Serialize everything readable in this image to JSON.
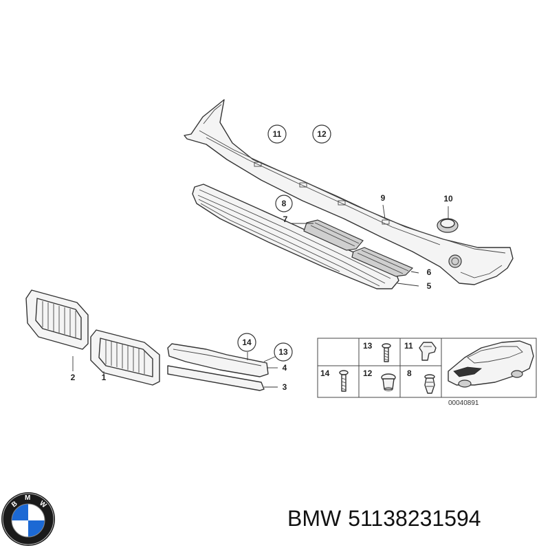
{
  "labels": {
    "p1": "1",
    "p2": "2",
    "p3": "3",
    "p4": "4",
    "p5": "5",
    "p6": "6",
    "p7": "7",
    "p8": "8",
    "p9": "9",
    "p10": "10",
    "p11": "11",
    "p12": "12",
    "p13": "13",
    "p14": "14"
  },
  "inset": {
    "labels": {
      "i13": "13",
      "i11": "11",
      "i14": "14",
      "i12": "12",
      "i8": "8"
    },
    "code": "00040891"
  },
  "caption": {
    "brand": "BMW",
    "part_number": "51138231594"
  },
  "colors": {
    "bmw_blue": "#1c69d4",
    "line": "#333333"
  }
}
